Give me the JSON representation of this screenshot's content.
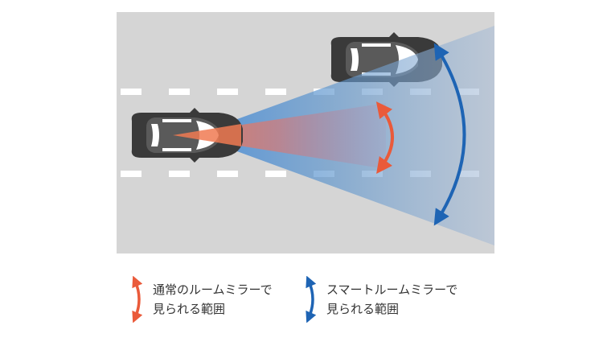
{
  "colors": {
    "road": "#d5d5d5",
    "lane_marking": "#ffffff",
    "normal_mirror_view": "#ea5a3a",
    "smart_mirror_view": "#1e64b4",
    "car_body": "#3a3a3a",
    "car_glass": "#ffffff"
  },
  "legend": {
    "normal": {
      "line1": "通常のルームミラーで",
      "line2": "見られる範囲",
      "icon": "double-arrow-icon"
    },
    "smart": {
      "line1": "スマートルームミラーで",
      "line2": "見られる範囲",
      "icon": "double-arrow-icon"
    }
  }
}
